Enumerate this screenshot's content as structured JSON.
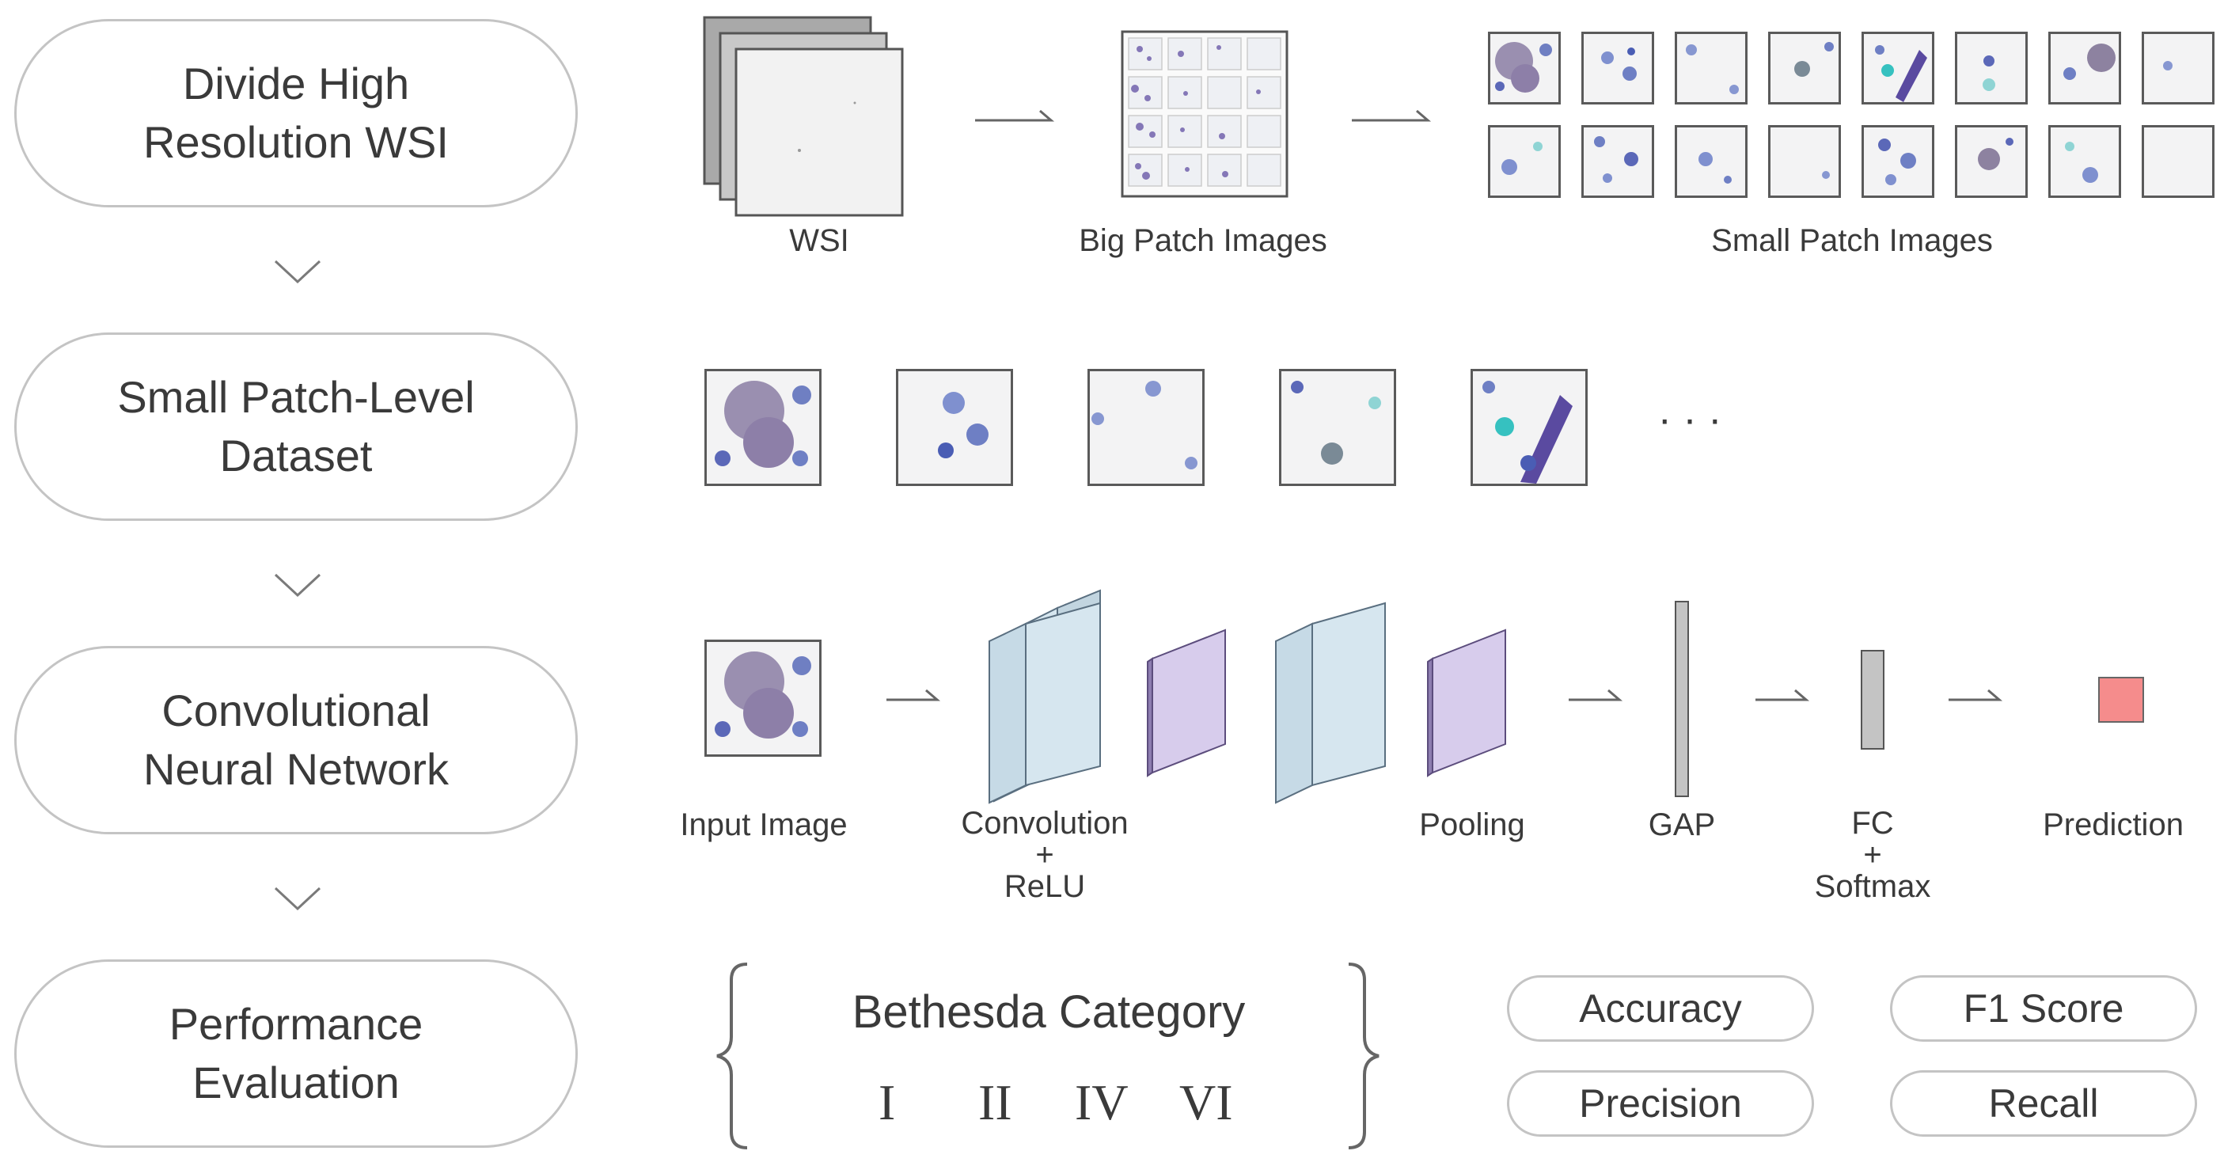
{
  "steps": {
    "s1": "Divide High\nResolution WSI",
    "s2": "Small Patch-Level\nDataset",
    "s3": "Convolutional\nNeural Network",
    "s4": "Performance\nEvaluation"
  },
  "row1": {
    "wsi_label": "WSI",
    "big_patch_label": "Big Patch Images",
    "small_patch_label": "Small Patch Images"
  },
  "row2": {
    "ellipsis": "· · ·"
  },
  "cnn": {
    "input_label": "Input Image",
    "conv_label_1": "Convolution",
    "conv_label_2": "+",
    "conv_label_3": "ReLU",
    "pool_label": "Pooling",
    "gap_label": "GAP",
    "fc_label_1": "FC",
    "fc_label_2": "+",
    "fc_label_3": "Softmax",
    "pred_label": "Prediction"
  },
  "evaluation": {
    "bethesda_title": "Bethesda Category",
    "categories": [
      "I",
      "II",
      "IV",
      "VI"
    ],
    "metrics": [
      "Accuracy",
      "F1 Score",
      "Precision",
      "Recall"
    ]
  },
  "colors": {
    "conv_fill": "#d6e6ef",
    "pool_fill": "#d7ccec",
    "gap_fill": "#c4c4c4",
    "prediction_fill": "#f58c8c"
  }
}
